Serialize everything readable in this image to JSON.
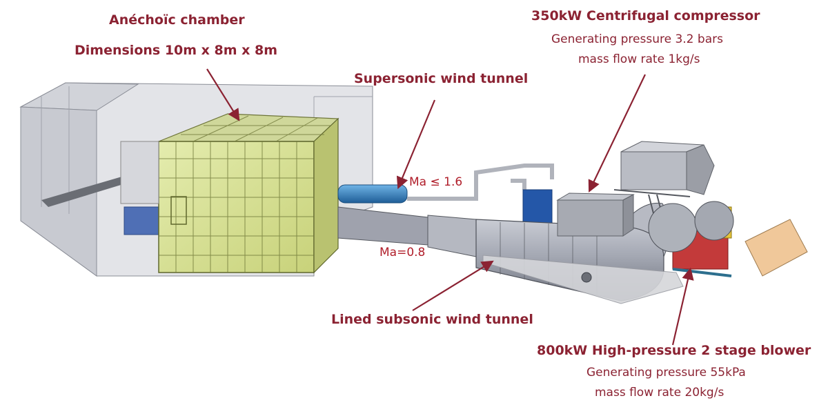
{
  "anechoic": {
    "title": "Anéchoïc chamber",
    "dimensions": "Dimensions 10m  x 8m x 8m"
  },
  "supersonic": {
    "title": "Supersonic wind tunnel",
    "mach": "Ma ≤ 1.6"
  },
  "subsonic": {
    "title": "Lined subsonic wind tunnel",
    "mach": "Ma=0.8"
  },
  "compressor": {
    "title": "350kW Centrifugal compressor",
    "pressure": "Generating pressure 3.2 bars",
    "flow": "mass flow rate 1kg/s"
  },
  "blower": {
    "title": "800kW High-pressure 2 stage blower",
    "pressure": "Generating pressure 55kPa",
    "flow": "mass flow rate  20kg/s"
  },
  "colors": {
    "label": "#8b2232",
    "arrow": "#8b2232",
    "chamber_panel": "#d9e59a",
    "tunnel": "#a9adb8",
    "supersonic_pipe": "#2f7fc1"
  }
}
